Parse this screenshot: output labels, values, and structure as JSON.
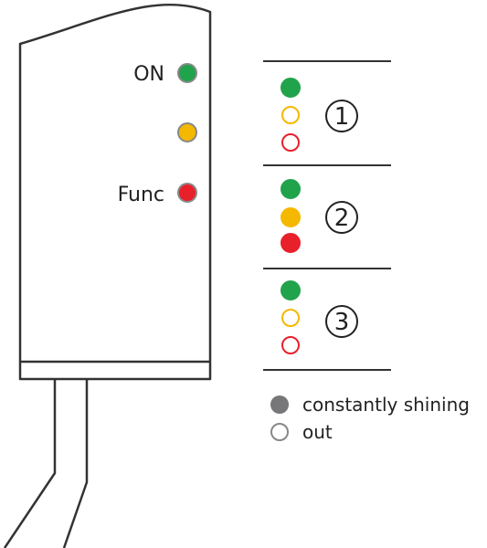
{
  "device": {
    "leds": [
      {
        "label": "ON",
        "color": "#21a34b",
        "state": "on"
      },
      {
        "label": "",
        "color": "#f5b800",
        "state": "on"
      },
      {
        "label": "Func",
        "color": "#e8202a",
        "state": "on"
      }
    ]
  },
  "modes": [
    {
      "number": "1",
      "leds": [
        {
          "color": "#21a34b",
          "state": "on"
        },
        {
          "color": "#f5b800",
          "state": "out"
        },
        {
          "color": "#e8202a",
          "state": "out"
        }
      ]
    },
    {
      "number": "2",
      "leds": [
        {
          "color": "#21a34b",
          "state": "on"
        },
        {
          "color": "#f5b800",
          "state": "on"
        },
        {
          "color": "#e8202a",
          "state": "on"
        }
      ]
    },
    {
      "number": "3",
      "leds": [
        {
          "color": "#21a34b",
          "state": "on"
        },
        {
          "color": "#f5b800",
          "state": "out"
        },
        {
          "color": "#e8202a",
          "state": "out"
        }
      ]
    }
  ],
  "legend": {
    "constant_label": "constantly shining",
    "out_label": "out",
    "constant_color": "#77777a",
    "out_color": "#888888"
  }
}
